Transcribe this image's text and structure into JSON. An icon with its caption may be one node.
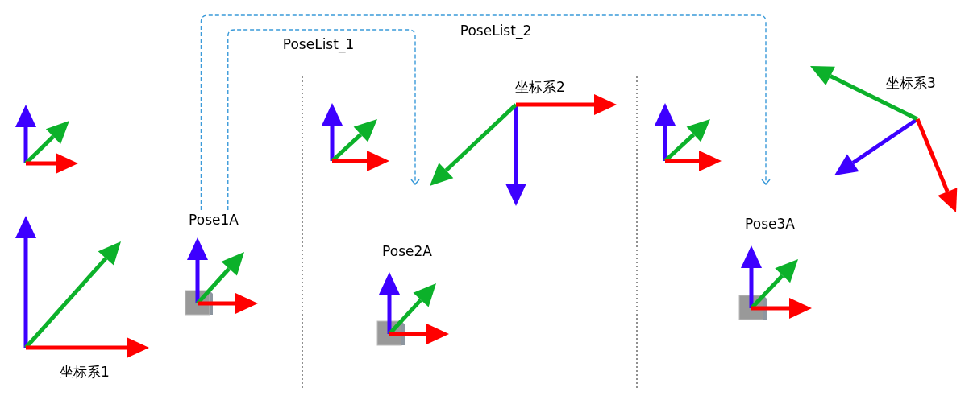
{
  "diagram": {
    "nodes": [
      {
        "text": [
          "Pose1A"
        ]
      },
      {
        "text": [
          "坐标系2"
        ]
      },
      {
        "text": [
          "坐标系3"
        ]
      }
    ],
    "edges": [
      {
        "from": 0,
        "to": 1,
        "arrow": "to",
        "label": "PoseList_1",
        "style": "dashed",
        "color": "#3a9ad9"
      },
      {
        "from": 0,
        "to": 2,
        "arrow": "to",
        "label": "PoseList_2",
        "style": "dashed",
        "color": "#3a9ad9"
      }
    ],
    "labels": [
      "Pose2A",
      "Pose3A",
      "坐标系1"
    ]
  }
}
